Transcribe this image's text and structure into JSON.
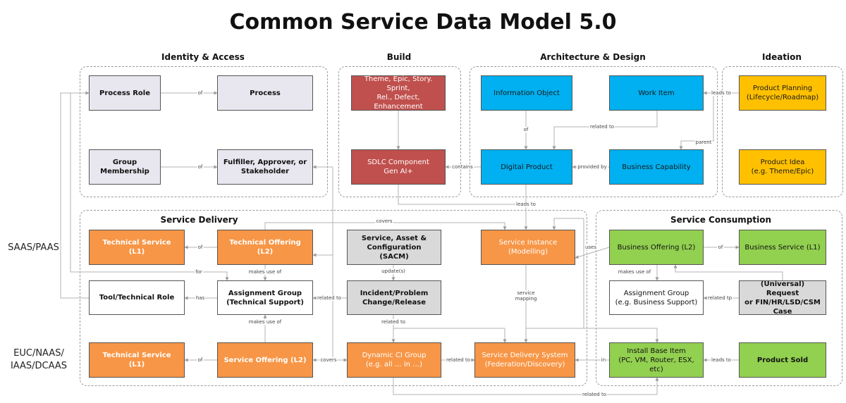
{
  "title": "Common Service Data Model 5.0",
  "sections": {
    "identity": "Identity & Access",
    "build": "Build",
    "architecture": "Architecture & Design",
    "ideation": "Ideation",
    "delivery": "Service Delivery",
    "consumption": "Service Consumption"
  },
  "side_labels": {
    "saas": "SAAS/PAAS",
    "euc": "EUC/NAAS/\nIAAS/DCAAS"
  },
  "boxes": {
    "process_role": "Process Role",
    "process": "Process",
    "group_membership": "Group\nMembership",
    "fulfiller": "Fulfiller, Approver, or\nStakeholder",
    "theme_epic": "Theme, Epic, Story. Sprint,\nRel., Defect, Enhancement",
    "sdlc": "SDLC Component\nGen AI+",
    "information_object": "Information Object",
    "work_item": "Work Item",
    "digital_product": "Digital Product",
    "business_capability": "Business Capability",
    "product_planning": "Product Planning\n(Lifecycle/Roadmap)",
    "product_idea": "Product Idea\n(e.g. Theme/Epic)",
    "tech_service_l1_top": "Technical Service (L1)",
    "tech_offering_l2": "Technical Offering (L2)",
    "sacm": "Service, Asset &\nConfiguration (SACM)",
    "service_instance": "Service Instance\n(Modelling)",
    "tool_role": "Tool/Technical  Role",
    "assignment_tech": "Assignment Group\n(Technical Support)",
    "incident": "Incident/Problem\nChange/Release",
    "tech_service_l1_bottom": "Technical Service (L1)",
    "service_offering_l2": "Service Offering (L2)",
    "dynamic_ci": "Dynamic CI Group\n(e.g. all … in …)",
    "sds": "Service Delivery System\n(Federation/Discovery)",
    "business_offering": "Business Offering (L2)",
    "business_service": "Business Service (L1)",
    "assignment_business": "Assignment Group\n(e.g. Business Support)",
    "request": "(Universal) Request\nor FIN/HR/LSD/CSM Case",
    "install_base": "Install Base Item\n(PC, VM, Router, ESX, etc)",
    "product_sold": "Product Sold"
  },
  "relations": {
    "of_1": "of",
    "of_2": "of",
    "contains": "contains",
    "of_3": "of",
    "related_to_1": "related to",
    "leads_to_1": "leads to",
    "parent": "parent",
    "provided_by": "provided by",
    "leads_to_2": "leads to",
    "covers_1": "covers",
    "of_4": "of",
    "uses": "uses",
    "of_5": "of",
    "for": "for",
    "makes_use_of_1": "makes use of",
    "update": "update(s)",
    "service_mapping": "service\nmapping",
    "makes_use_of_3": "makes use of",
    "has": "has",
    "related_to_2": "related to",
    "related_tp": "related tp",
    "makes_use_of_2": "makes use of",
    "related_to_3": "related to",
    "of_6": "of",
    "covers_2": "covers",
    "related_to_4": "related to",
    "in": "in",
    "leads_to_3": "leads to",
    "related_to_5": "related to"
  },
  "colors": {
    "gray": "#e8e6ef",
    "red": "#c0504d",
    "blue": "#00b0f0",
    "yellow": "#ffc000",
    "orange": "#f79646",
    "green": "#92d050",
    "light_gray": "#d9d9d9"
  }
}
